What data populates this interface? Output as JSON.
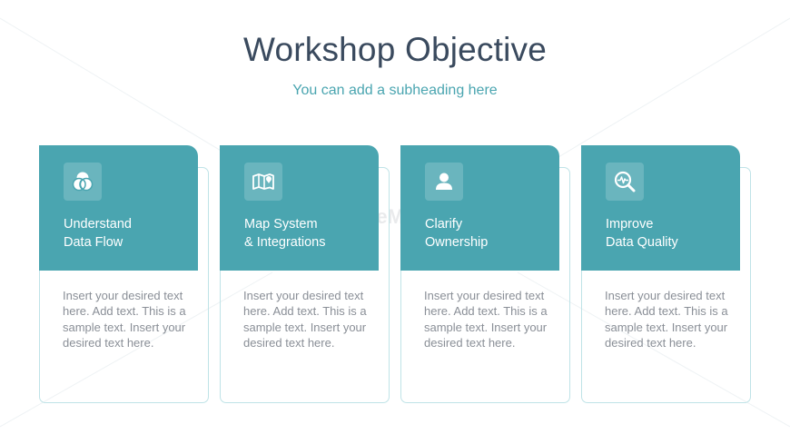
{
  "slide": {
    "title": "Workshop Objective",
    "subtitle": "You can add a subheading here"
  },
  "colors": {
    "accent": "#4aa5b0",
    "title_text": "#3a4a5e",
    "body_text": "#8a8f97",
    "card_outline": "#bfe3e7"
  },
  "watermark": {
    "text": "SlideModel"
  },
  "cards": [
    {
      "icon": "venn-diagram-icon",
      "title_line1": "Understand",
      "title_line2": "Data Flow",
      "body": "Insert your desired text here. Add text. This is a sample text. Insert your desired text here."
    },
    {
      "icon": "map-pin-icon",
      "title_line1": "Map System",
      "title_line2": "& Integrations",
      "body": "Insert your desired text here. Add text. This is a sample text. Insert your desired text here."
    },
    {
      "icon": "user-icon",
      "title_line1": "Clarify",
      "title_line2": "Ownership",
      "body": "Insert your desired text here. Add text. This is a sample text. Insert your desired text here."
    },
    {
      "icon": "magnifier-pulse-icon",
      "title_line1": "Improve",
      "title_line2": "Data Quality",
      "body": "Insert your desired text here. Add text. This is a sample text. Insert your desired text here."
    }
  ]
}
